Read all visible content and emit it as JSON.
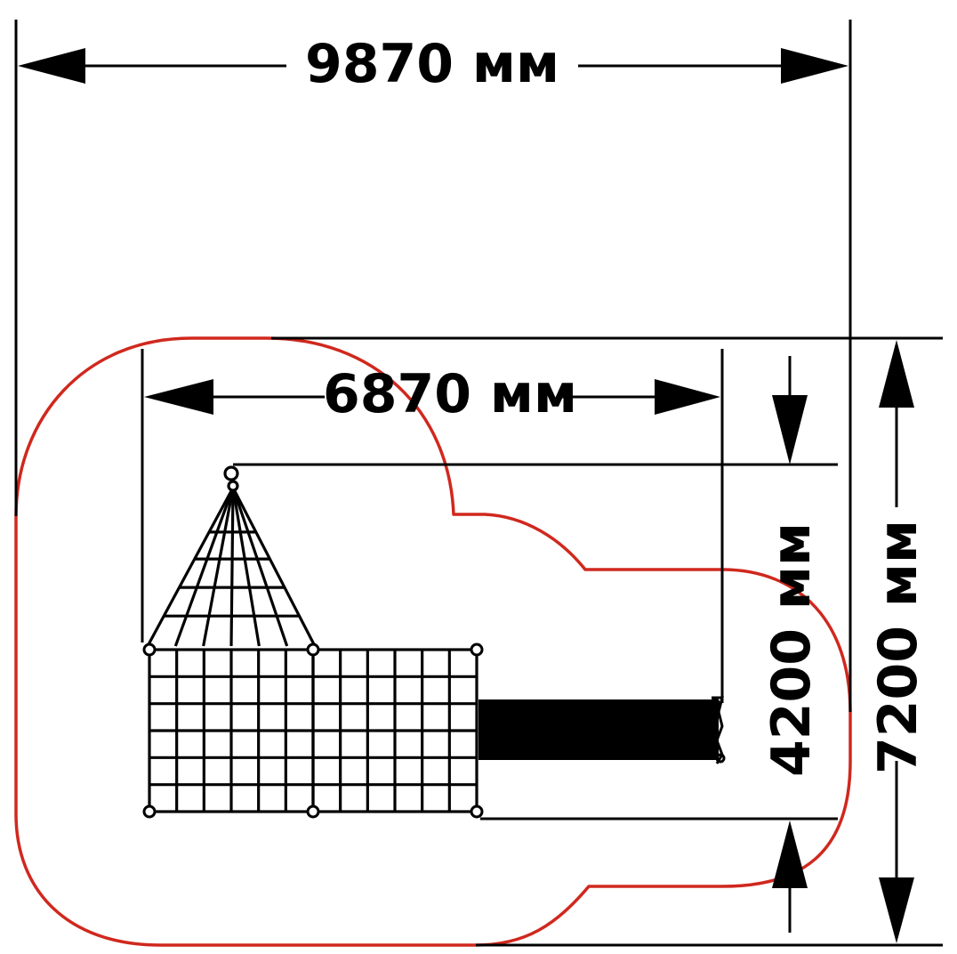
{
  "dimensions": {
    "overall_width": "9870 мм",
    "overall_depth": "7200 мм",
    "equipment_width": "6870 мм",
    "equipment_depth": "4200 мм"
  },
  "colors": {
    "safety_zone": "#d0281e",
    "lines": "#000000",
    "background": "#ffffff"
  }
}
